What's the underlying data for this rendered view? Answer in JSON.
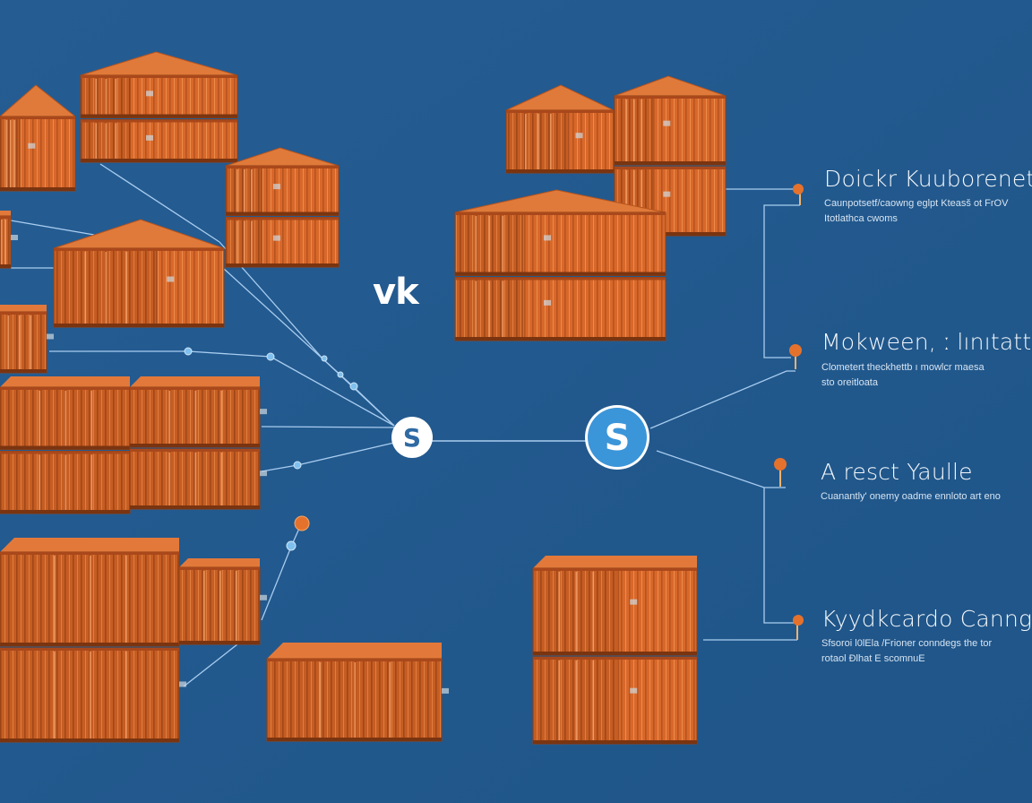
{
  "brand": {
    "text": "vk"
  },
  "hubs": {
    "left": {
      "glyph": "S",
      "style": "white-fill"
    },
    "right": {
      "glyph": "S",
      "style": "blue-fill"
    }
  },
  "colors": {
    "background": "#235a8f",
    "container_orange": "#d9692a",
    "container_dark": "#a9481b",
    "container_light": "#e98a45",
    "line": "#a9cdf0",
    "node_orange": "#e5722c",
    "node_blue": "#7fc0ee",
    "hub_blue": "#3b95d9"
  },
  "labels": [
    {
      "title": "Doickr Kuuborenet",
      "desc": [
        "Caunpotsetf/caowng eglpt Kteasš ot FrOV",
        "Itotlathca cwoms"
      ]
    },
    {
      "title": "Mokween, ː lınıtatte",
      "desc": [
        "Clometert theckhettb  ı mowlcr maesa",
        "sto oreitloata"
      ]
    },
    {
      "title": "A resct Yaulle",
      "desc": [
        "Cuanantly' onemy oadme ennloto art eno"
      ]
    },
    {
      "title": "Kyydkcardo Canngs",
      "desc": [
        "Sfsoroi l0lEla /Frioner conndegs  the tor",
        "rotaol  Ðlhat  E scomnuE"
      ]
    }
  ],
  "containers": [
    {
      "id": "c-top-left-a",
      "kind": "gable"
    },
    {
      "id": "c-top-left-stack",
      "kind": "stacked"
    },
    {
      "id": "c-top-mid",
      "kind": "gable-stacked"
    },
    {
      "id": "c-left-edge-a",
      "kind": "box"
    },
    {
      "id": "c-center-left",
      "kind": "gable"
    },
    {
      "id": "c-left-edge-b",
      "kind": "box"
    },
    {
      "id": "c-left-middle-stack",
      "kind": "stacked-grid"
    },
    {
      "id": "c-bottom-left-stack",
      "kind": "stacked"
    },
    {
      "id": "c-bottom-left-small",
      "kind": "box"
    },
    {
      "id": "c-bottom-center",
      "kind": "flat"
    },
    {
      "id": "c-top-right-a",
      "kind": "gable"
    },
    {
      "id": "c-top-right-stack",
      "kind": "gable-stacked"
    },
    {
      "id": "c-mid-right-stack",
      "kind": "gable-stacked"
    },
    {
      "id": "c-bottom-right-stack",
      "kind": "stacked"
    }
  ]
}
